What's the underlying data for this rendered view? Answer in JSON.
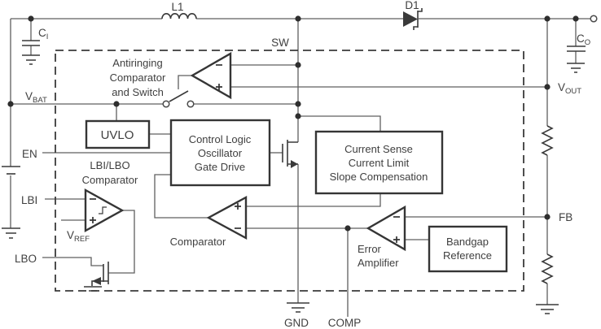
{
  "labels": {
    "l1": "L1",
    "d1": "D1",
    "ci": {
      "main": "C",
      "sub": "I"
    },
    "co": {
      "main": "C",
      "sub": "O"
    },
    "sw": "SW",
    "vbat": {
      "main": "V",
      "sub": "BAT"
    },
    "vout": {
      "main": "V",
      "sub": "OUT"
    },
    "en": "EN",
    "lbi": "LBI",
    "lbo": "LBO",
    "vref": {
      "main": "V",
      "sub": "REF"
    },
    "fb": "FB",
    "gnd": "GND",
    "comp": "COMP"
  },
  "blocks": {
    "uvlo": {
      "lines": [
        "UVLO"
      ]
    },
    "control_logic": {
      "lines": [
        "Control Logic",
        "Oscillator",
        "Gate Drive"
      ]
    },
    "current_sense": {
      "lines": [
        "Current Sense",
        "Current Limit",
        "Slope Compensation"
      ]
    },
    "bandgap": {
      "lines": [
        "Bandgap",
        "Reference"
      ]
    }
  },
  "captions": {
    "antiringing": {
      "lines": [
        "Antiringing",
        "Comparator",
        "and Switch"
      ]
    },
    "lbi_lbo": {
      "lines": [
        "LBI/LBO",
        "Comparator"
      ]
    },
    "comparator": "Comparator",
    "error_amp": {
      "lines": [
        "Error",
        "Amplifier"
      ]
    }
  },
  "colors": {
    "wire": "#5f5f5f",
    "outline": "#353535",
    "text": "#3f3f3f",
    "background": "#ffffff"
  }
}
